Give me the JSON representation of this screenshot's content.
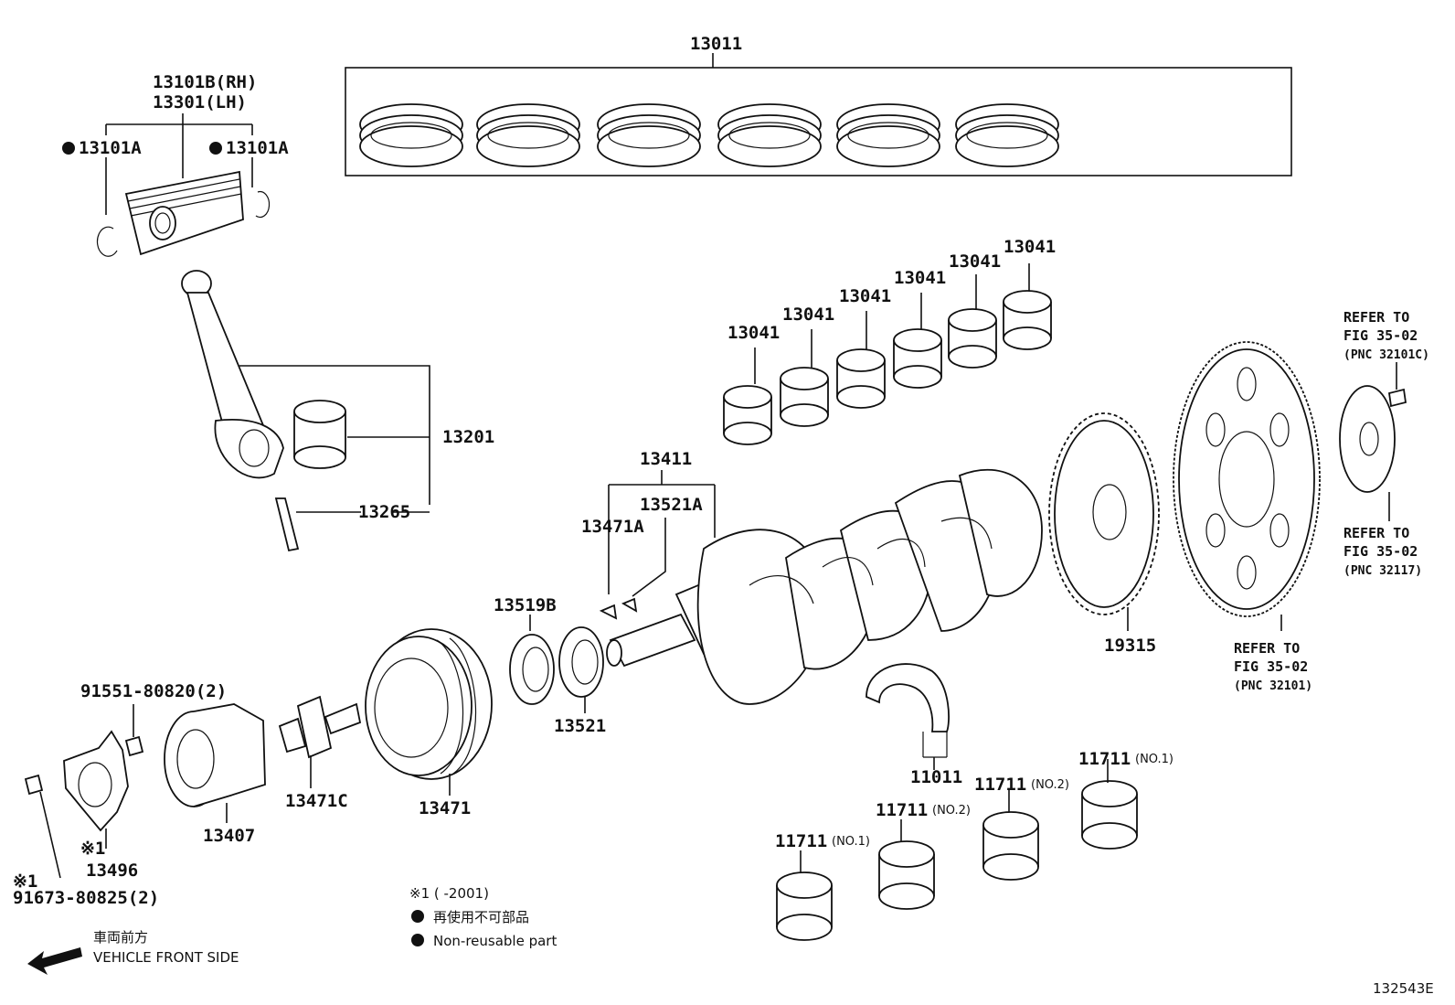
{
  "labels": {
    "p13011": "13011",
    "p13101b": "13101B(RH)",
    "p13301": "13301(LH)",
    "p13101a_l": "13101A",
    "p13101a_r": "13101A",
    "p13201": "13201",
    "p13265": "13265",
    "p13041_1": "13041",
    "p13041_2": "13041",
    "p13041_3": "13041",
    "p13041_4": "13041",
    "p13041_5": "13041",
    "p13041_6": "13041",
    "p13411": "13411",
    "p13521a": "13521A",
    "p13471a": "13471A",
    "p13519b": "13519B",
    "p13521": "13521",
    "p13471": "13471",
    "p13471c": "13471C",
    "p13407": "13407",
    "p13496": "13496",
    "p13496_mark": "※1",
    "p91551": "91551-80820(2)",
    "p91673_mark": "※1",
    "p91673": "91673-80825(2)",
    "p19315": "19315",
    "p11011": "11011",
    "p11711_a": "11711",
    "p11711_a_sub": "(NO.1)",
    "p11711_b": "11711",
    "p11711_b_sub": "(NO.2)",
    "p11711_c": "11711",
    "p11711_c_sub": "(NO.2)",
    "p11711_d": "11711",
    "p11711_d_sub": "(NO.1)"
  },
  "refs": [
    {
      "l1": "REFER TO",
      "l2": "FIG 35-02",
      "l3": "(PNC 32101C)"
    },
    {
      "l1": "REFER TO",
      "l2": "FIG 35-02",
      "l3": "(PNC 32117)"
    },
    {
      "l1": "REFER TO",
      "l2": "FIG 35-02",
      "l3": "(PNC 32101)"
    }
  ],
  "legend": {
    "footnote": "※1 (      -2001)",
    "non_reusable_jp": "再使用不可部品",
    "non_reusable_en": "Non-reusable part"
  },
  "direction": {
    "jp": "車両前方",
    "en": "VEHICLE FRONT SIDE"
  },
  "figure_id": "132543E",
  "colors": {
    "ink": "#111111",
    "background": "#ffffff"
  }
}
